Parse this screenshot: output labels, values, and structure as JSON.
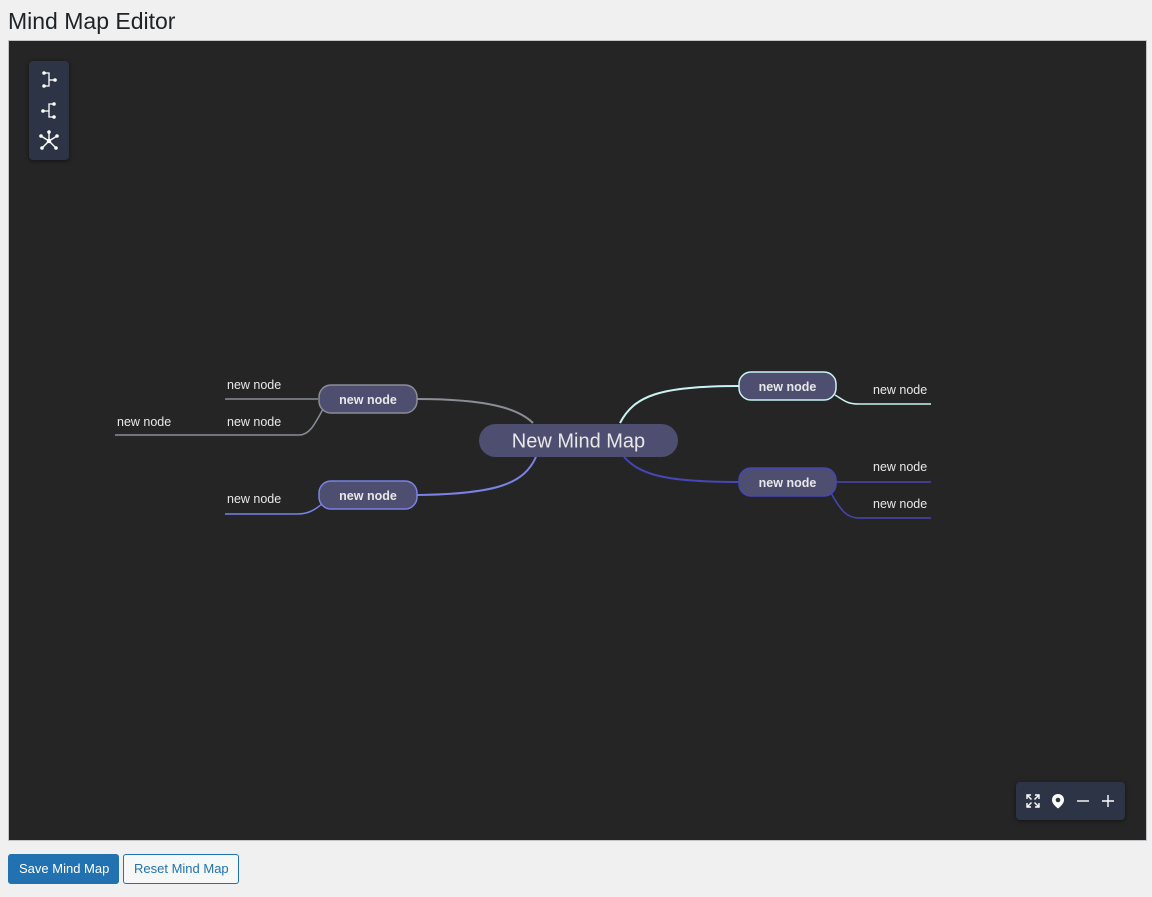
{
  "page": {
    "title": "Mind Map Editor"
  },
  "layout_toolbar": {
    "icons": [
      "layout-right-icon",
      "layout-left-icon",
      "layout-side-icon"
    ]
  },
  "mindmap": {
    "root": "New Mind Map",
    "left_branches": [
      {
        "label": "new node",
        "color": "#8a8e96",
        "children": [
          {
            "label": "new node",
            "children": []
          },
          {
            "label": "new node",
            "children": [
              {
                "label": "new node"
              }
            ]
          }
        ]
      },
      {
        "label": "new node",
        "color": "#7b82e6",
        "children": [
          {
            "label": "new node",
            "children": []
          }
        ]
      }
    ],
    "right_branches": [
      {
        "label": "new node",
        "color": "#c9f3f4",
        "children": [
          {
            "label": "new node"
          }
        ]
      },
      {
        "label": "new node",
        "color": "#4646b6",
        "children": [
          {
            "label": "new node"
          },
          {
            "label": "new node"
          }
        ]
      }
    ]
  },
  "zoom_toolbar": {
    "icons": [
      "fullscreen-icon",
      "center-icon",
      "zoom-out-icon",
      "zoom-in-icon"
    ]
  },
  "actions": {
    "save_label": "Save Mind Map",
    "reset_label": "Reset Mind Map"
  },
  "colors": {
    "canvas_bg": "#252525",
    "node_fill": "#4e4e70",
    "primary_button": "#2271b1"
  }
}
